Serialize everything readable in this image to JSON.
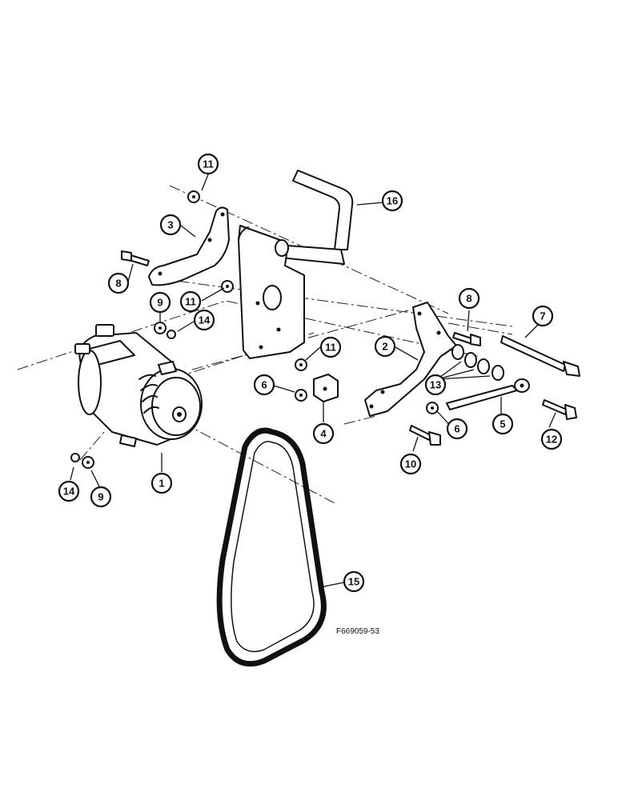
{
  "figure_code": "F669059-53",
  "callouts": [
    {
      "id": "c1",
      "label": "1"
    },
    {
      "id": "c2",
      "label": "2"
    },
    {
      "id": "c3",
      "label": "3"
    },
    {
      "id": "c4",
      "label": "4"
    },
    {
      "id": "c5",
      "label": "5"
    },
    {
      "id": "c6a",
      "label": "6"
    },
    {
      "id": "c6b",
      "label": "6"
    },
    {
      "id": "c7",
      "label": "7"
    },
    {
      "id": "c8a",
      "label": "8"
    },
    {
      "id": "c8b",
      "label": "8"
    },
    {
      "id": "c9a",
      "label": "9"
    },
    {
      "id": "c9b",
      "label": "9"
    },
    {
      "id": "c10",
      "label": "10"
    },
    {
      "id": "c11a",
      "label": "11"
    },
    {
      "id": "c11b",
      "label": "11"
    },
    {
      "id": "c11c",
      "label": "11"
    },
    {
      "id": "c12",
      "label": "12"
    },
    {
      "id": "c13",
      "label": "13"
    },
    {
      "id": "c14a",
      "label": "14"
    },
    {
      "id": "c14b",
      "label": "14"
    },
    {
      "id": "c15",
      "label": "15"
    },
    {
      "id": "c16",
      "label": "16"
    }
  ]
}
